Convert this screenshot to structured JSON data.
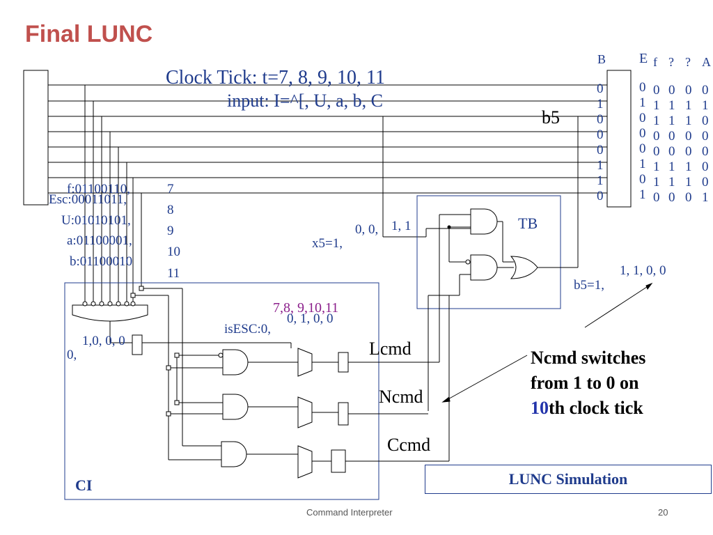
{
  "slide": {
    "title": "Final LUNC",
    "title_color": "#c0504d",
    "footer_left": "Command Interpreter",
    "page_number": "20"
  },
  "header": {
    "clock_tick": "Clock Tick:   t=7, 8, 9, 10, 11",
    "input": "input: I=^[, U, a, b, C"
  },
  "right_columns": {
    "headers": [
      "B",
      "E",
      "f",
      "?",
      "?",
      "A"
    ],
    "col_B": [
      "0",
      "1",
      "0",
      "0",
      "0",
      "1",
      "1",
      "0"
    ],
    "col_E": [
      "0",
      "1",
      "0",
      "0",
      "0",
      "1",
      "0",
      "1"
    ],
    "col_f": [
      "0",
      "1",
      "1",
      "0",
      "0",
      "1",
      "1",
      "0"
    ],
    "col_q1": [
      "0",
      "1",
      "1",
      "0",
      "0",
      "1",
      "1",
      "0"
    ],
    "col_q2": [
      "0",
      "1",
      "1",
      "0",
      "0",
      "1",
      "1",
      "0"
    ],
    "col_A": [
      "0",
      "1",
      "0",
      "0",
      "0",
      "0",
      "0",
      "1"
    ]
  },
  "encodings": {
    "f": "f:01100110,",
    "esc": "Esc:00011011,",
    "u": "U:01010101,",
    "a": "a:01100001,",
    "b": "b:01100010"
  },
  "tick_list": [
    "7",
    "8",
    "9",
    "10",
    "11"
  ],
  "labels": {
    "b5": "b5",
    "tb": "TB",
    "x5": "x5=1,",
    "x5_vals_a": "0, 0,",
    "x5_vals_b": "1, 1",
    "b5_eq": "b5=1,",
    "b5_vals": "1, 1, 0, 0",
    "ticks_purple": "7,8, 9,10,11",
    "isesc_vals": "0, 1, 0, 0",
    "isesc": "isESC:0,",
    "reg_vals_a": "1,0, 0, 0",
    "reg_vals_b": "0,",
    "lcmd": "Lcmd",
    "ncmd": "Ncmd",
    "ccmd": "Ccmd",
    "ci": "CI"
  },
  "caption": {
    "line1": "Ncmd switches",
    "line2": "from 1 to 0 on",
    "line3_highlight": "10",
    "line3_rest": "th clock tick"
  },
  "simulation_label": "LUNC  Simulation",
  "colors": {
    "navy": "#1f3b8c",
    "purple": "#8b1f8b",
    "title_red": "#c0504d"
  }
}
